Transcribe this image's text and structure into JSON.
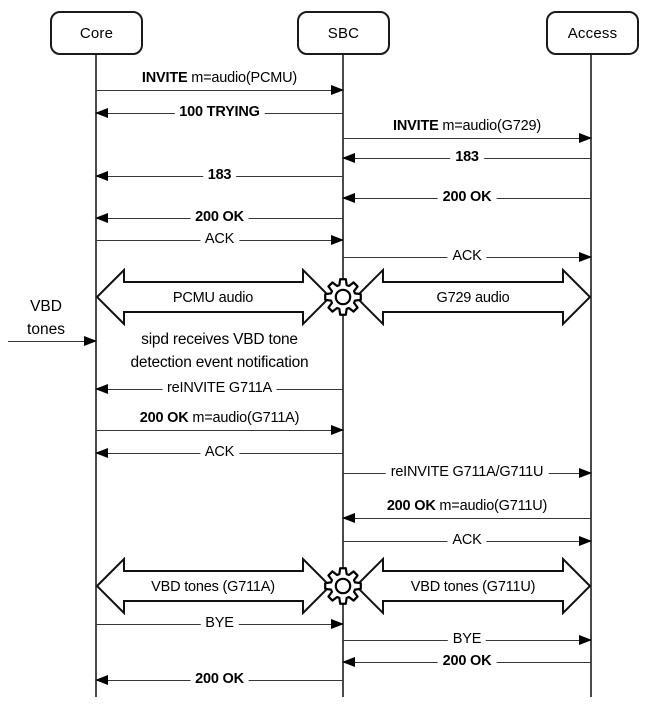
{
  "actors": [
    {
      "label": "Core"
    },
    {
      "label": "SBC"
    },
    {
      "label": "Access"
    }
  ],
  "messages": [
    {
      "bold": "INVITE",
      "rest": " m=audio(PCMU)",
      "from": "Core",
      "to": "SBC"
    },
    {
      "bold": "100 TRYING",
      "rest": "",
      "from": "SBC",
      "to": "Core"
    },
    {
      "bold": "INVITE",
      "rest": " m=audio(G729)",
      "from": "SBC",
      "to": "Access"
    },
    {
      "bold": "183",
      "rest": "",
      "from": "Access",
      "to": "SBC"
    },
    {
      "bold": "183",
      "rest": "",
      "from": "SBC",
      "to": "Core"
    },
    {
      "bold": "200 OK",
      "rest": "",
      "from": "Access",
      "to": "SBC"
    },
    {
      "bold": "200 OK",
      "rest": "",
      "from": "SBC",
      "to": "Core"
    },
    {
      "bold": "",
      "rest": "ACK",
      "from": "Core",
      "to": "SBC"
    },
    {
      "bold": "",
      "rest": "ACK",
      "from": "SBC",
      "to": "Access"
    },
    {
      "bold": "",
      "rest": "reINVITE G711A",
      "from": "SBC",
      "to": "Core"
    },
    {
      "bold": "200 OK",
      "rest": " m=audio(G711A)",
      "from": "Core",
      "to": "SBC"
    },
    {
      "bold": "",
      "rest": "ACK",
      "from": "SBC",
      "to": "Core"
    },
    {
      "bold": "",
      "rest": "reINVITE G711A/G711U",
      "from": "SBC",
      "to": "Access"
    },
    {
      "bold": "200 OK",
      "rest": " m=audio(G711U)",
      "from": "Access",
      "to": "SBC"
    },
    {
      "bold": "",
      "rest": "ACK",
      "from": "SBC",
      "to": "Access"
    },
    {
      "bold": "",
      "rest": "BYE",
      "from": "Core",
      "to": "SBC"
    },
    {
      "bold": "",
      "rest": "BYE",
      "from": "SBC",
      "to": "Access"
    },
    {
      "bold": "200 OK",
      "rest": "",
      "from": "Access",
      "to": "SBC"
    },
    {
      "bold": "200 OK",
      "rest": "",
      "from": "SBC",
      "to": "Core"
    }
  ],
  "media_streams": [
    {
      "label": "PCMU audio",
      "between": "Core-SBC"
    },
    {
      "label": "G729 audio",
      "between": "SBC-Access"
    },
    {
      "label": "VBD tones (G711A)",
      "between": "Core-SBC"
    },
    {
      "label": "VBD tones (G711U)",
      "between": "SBC-Access"
    }
  ],
  "external_event": {
    "line1": "VBD",
    "line2": "tones"
  },
  "note": {
    "line1": "sipd receives VBD tone",
    "line2": "detection event notification"
  },
  "icons": {
    "gear": "transcoding-gear-icon"
  },
  "colors": {
    "line": "#363636",
    "arrowhead": "#000000",
    "box_border": "#1a1a1a",
    "background": "#ffffff"
  }
}
